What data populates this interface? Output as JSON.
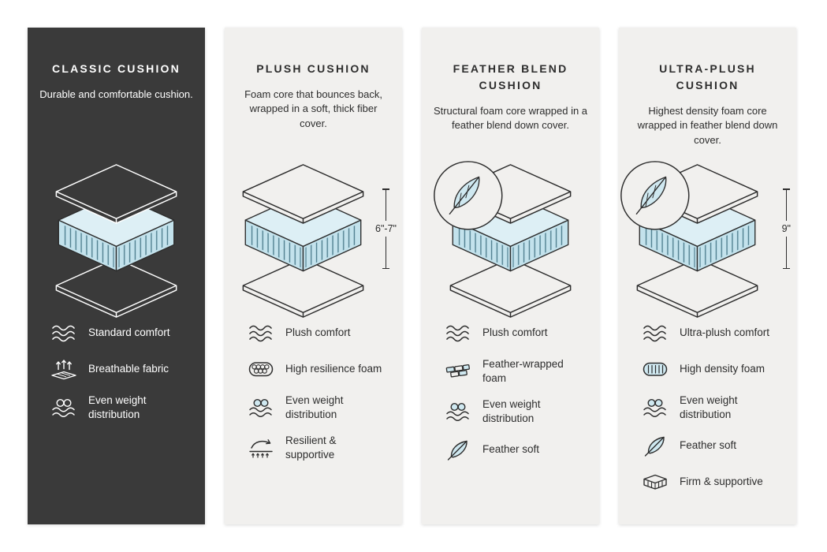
{
  "colors": {
    "page_background": "#ffffff",
    "dark_panel": "#3a3a3a",
    "light_panel": "#f1f0ee",
    "ink_dark": "#2d2d2d",
    "ink_light": "#ffffff",
    "foam_blue": "#c3e2ec",
    "foam_top_blue": "#ddeff5",
    "accent_blue": "#cfe8f0"
  },
  "panels": [
    {
      "id": "classic",
      "theme": "dark",
      "title": "CLASSIC CUSHION",
      "description": "Durable and comfortable cushion.",
      "illustration": {
        "feather_badge": false,
        "measurement": null
      },
      "features": [
        {
          "icon": "wave-icon",
          "label": "Standard comfort"
        },
        {
          "icon": "breathable-icon",
          "label": "Breathable fabric"
        },
        {
          "icon": "weight-icon",
          "label": "Even weight distribution"
        }
      ]
    },
    {
      "id": "plush",
      "theme": "light",
      "title": "PLUSH CUSHION",
      "description": "Foam core that bounces back, wrapped in a soft, thick fiber cover.",
      "illustration": {
        "feather_badge": false,
        "measurement": "6\"-7\""
      },
      "features": [
        {
          "icon": "wave-icon",
          "label": "Plush comfort"
        },
        {
          "icon": "bubbles-icon",
          "label": "High resilience foam"
        },
        {
          "icon": "weight-icon",
          "label": "Even weight distribution"
        },
        {
          "icon": "spring-icon",
          "label": "Resilient & supportive"
        }
      ]
    },
    {
      "id": "feather-blend",
      "theme": "light",
      "title": "FEATHER BLEND CUSHION",
      "description": "Structural foam core wrapped in a feather blend down cover.",
      "illustration": {
        "feather_badge": true,
        "measurement": null
      },
      "features": [
        {
          "icon": "wave-icon",
          "label": "Plush comfort"
        },
        {
          "icon": "bricks-icon",
          "label": "Feather-wrapped foam"
        },
        {
          "icon": "weight-icon",
          "label": "Even weight distribution"
        },
        {
          "icon": "feather-icon",
          "label": "Feather soft"
        }
      ]
    },
    {
      "id": "ultra-plush",
      "theme": "light",
      "title": "ULTRA-PLUSH CUSHION",
      "description": "Highest density foam core wrapped in feather blend down cover.",
      "illustration": {
        "feather_badge": true,
        "measurement": "9\""
      },
      "features": [
        {
          "icon": "wave-icon",
          "label": "Ultra-plush comfort"
        },
        {
          "icon": "density-icon",
          "label": "High density foam"
        },
        {
          "icon": "weight-icon",
          "label": "Even weight distribution"
        },
        {
          "icon": "feather-icon",
          "label": "Feather soft"
        },
        {
          "icon": "firm-icon",
          "label": "Firm & supportive"
        }
      ]
    }
  ]
}
